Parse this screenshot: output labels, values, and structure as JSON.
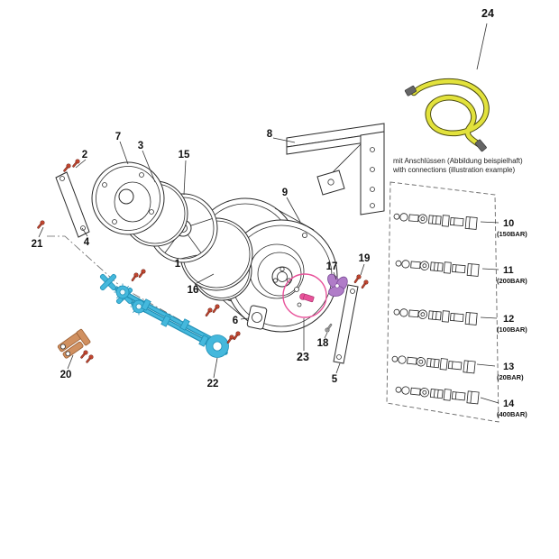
{
  "note": {
    "line1": "mit Anschlüssen (Abbildung beispielhaft)",
    "line2": "with connections (illustration example)"
  },
  "labels": {
    "p1": "1",
    "p2": "2",
    "p3": "3",
    "p4": "4",
    "p5": "5",
    "p6": "6",
    "p7": "7",
    "p8": "8",
    "p9": "9",
    "p15": "15",
    "p16": "16",
    "p17": "17",
    "p18": "18",
    "p19": "19",
    "p20": "20",
    "p21": "21",
    "p22": "22",
    "p23": "23",
    "p24": "24"
  },
  "fittings": [
    {
      "num": "10",
      "rating": "(150BAR)"
    },
    {
      "num": "11",
      "rating": "(200BAR)"
    },
    {
      "num": "12",
      "rating": "(100BAR)"
    },
    {
      "num": "13",
      "rating": "(20BAR)"
    },
    {
      "num": "14",
      "rating": "(400BAR)"
    }
  ],
  "colors": {
    "highlight_pink": "#e8529a",
    "part_cyan": "#45b8dc",
    "part_cyan_dark": "#1f8fb5",
    "part_purple": "#b07cc8",
    "part_purple_dark": "#7a4b96",
    "part_orange": "#d09060",
    "part_orange_dark": "#9a5f35",
    "screw_red": "#c0452f",
    "hose_yellow": "#e2e23c"
  }
}
